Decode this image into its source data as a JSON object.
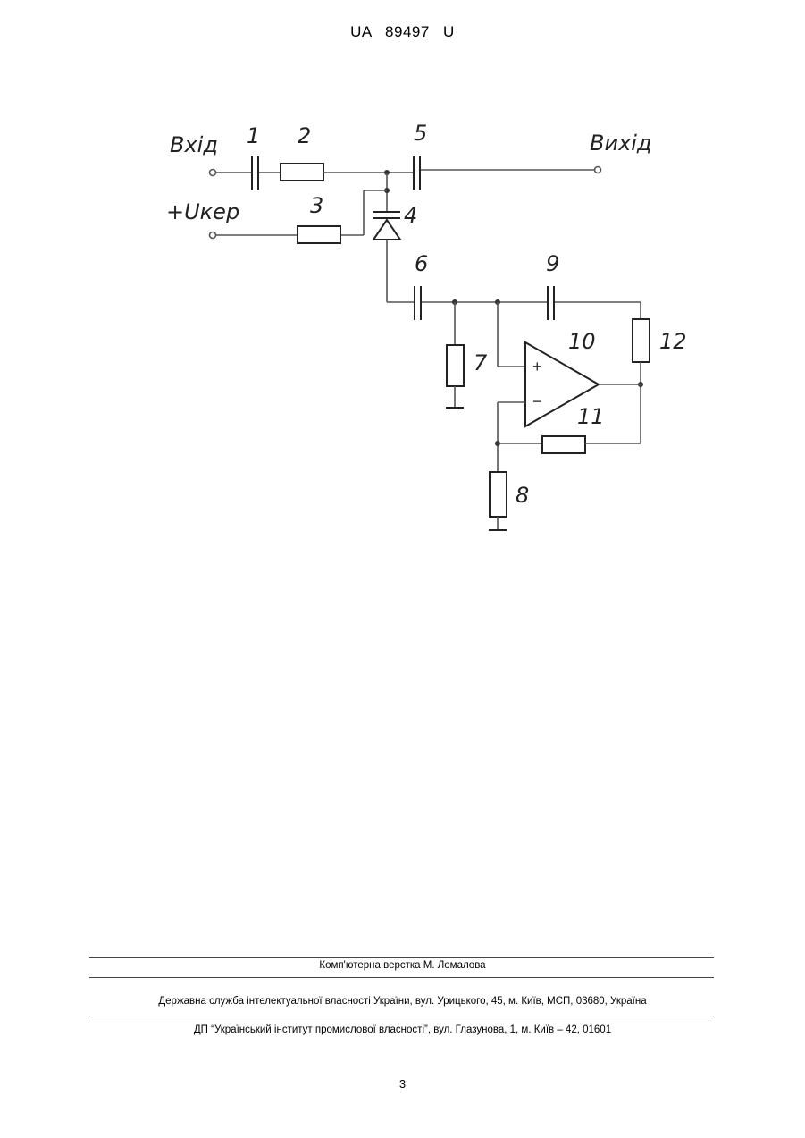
{
  "header": {
    "doc_id": "UA   89497   U"
  },
  "figure": {
    "input_label": "Вхід",
    "output_label": "Вихід",
    "control_label": "+Uкер",
    "component_numbers": [
      "1",
      "2",
      "3",
      "4",
      "5",
      "6",
      "7",
      "8",
      "9",
      "10",
      "11",
      "12"
    ],
    "opamp_plus": "+",
    "opamp_minus": "−"
  },
  "footer": {
    "layout_credit": "Комп'ютерна верстка М. Ломалова",
    "agency_address": "Державна служба інтелектуальної власності України, вул. Урицького, 45, м. Київ, МСП, 03680, Україна",
    "institute_address": "ДП “Український інститут промислової власності”, вул. Глазунова, 1, м. Київ – 42, 01601",
    "page_number": "3"
  }
}
